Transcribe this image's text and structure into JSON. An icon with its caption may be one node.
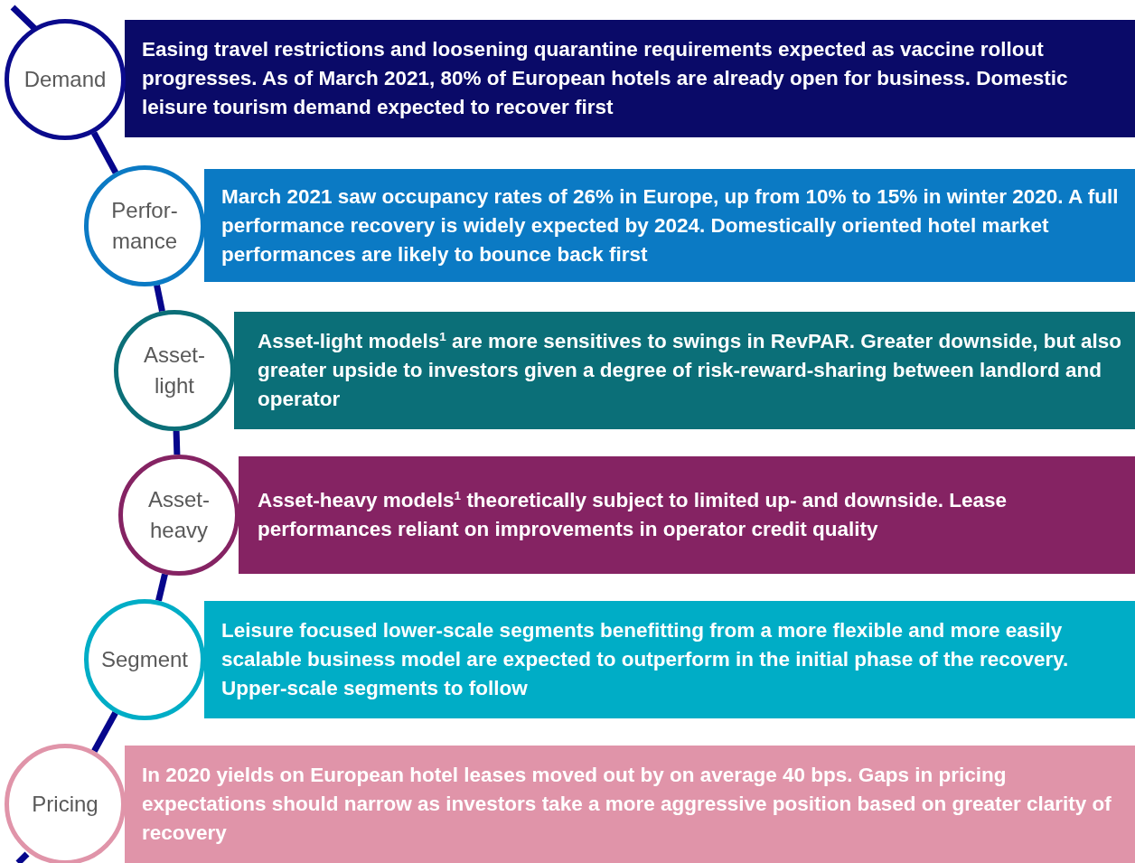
{
  "diagram": {
    "nodes": [
      {
        "text": [
          "Demand"
        ]
      },
      {
        "text": [
          "Easing travel restrictions and loosening quarantine requirements expected as vaccine rollout progresses. As of March 2021, 80% of European hotels are already open for business. Domestic leisure tourism demand expected to recover first"
        ]
      },
      {
        "text": [
          "Perfor- mance"
        ]
      },
      {
        "text": [
          "March 2021 saw occupancy rates of 26% in Europe, up from 10% to 15% in winter 2020. A full performance recovery is widely expected by 2024. Domestically oriented hotel market performances are likely to bounce back first"
        ]
      },
      {
        "text": [
          "Asset- light"
        ]
      },
      {
        "text": [
          "Asset-light models$^{1}$ are more sensitives to swings in RevPAR. Greater downside, but also greater upside to investors given a degree of risk-reward-sharing between landlord and operator"
        ]
      },
      {
        "text": [
          "Asset- heavy"
        ]
      },
      {
        "text": [
          "Asset-heavy models$^{1}$ theoretically subject to limited up- and downside. Lease performances reliant on improvements in operator credit quality"
        ]
      },
      {
        "text": [
          "Segment"
        ]
      },
      {
        "text": [
          "Leisure focused lower-scale segments benefitting from a more flexible and more easily scalable business model are expected to outperform in the initial phase of the recovery. Upper-scale segments to follow"
        ]
      },
      {
        "text": [
          "Pricing"
        ]
      },
      {
        "text": [
          "In 2020 yields on European hotel leases moved out by on average 40 bps. Gaps in pricing expectations should narrow as investors take a more aggressive position based on greater clarity of recovery"
        ]
      }
    ],
    "edges": [
      {
        "from": 0,
        "to": 2,
        "arrow": "none"
      },
      {
        "from": 2,
        "to": 4,
        "arrow": "none"
      },
      {
        "from": 4,
        "to": 6,
        "arrow": "none"
      },
      {
        "from": 6,
        "to": 8,
        "arrow": "none"
      },
      {
        "from": 8,
        "to": 10,
        "arrow": "none"
      }
    ]
  }
}
